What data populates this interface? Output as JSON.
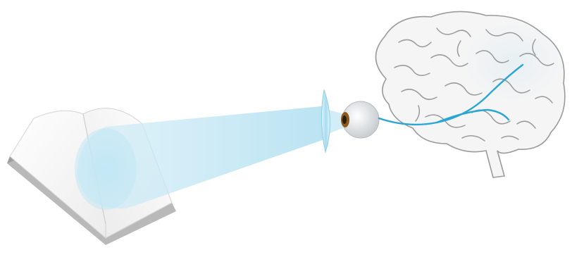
{
  "illustration": {
    "elements": [
      "open-book",
      "light-beam",
      "corrective-lens",
      "eye",
      "optic-nerve",
      "brain"
    ],
    "colors": {
      "background": "#ffffff",
      "beam": "#bfe4f2",
      "beam_edge": "#e6f5fb",
      "lens": "#a9dcef",
      "nerve": "#2aa6d6",
      "iris": "#8a5a1e",
      "brain_fill": "#f2f2f2",
      "brain_outline": "#9a9a9a",
      "brain_glow": "#bfe6f5",
      "book_page": "#f7f7f7",
      "book_shadow": "#b9b9b9"
    }
  }
}
